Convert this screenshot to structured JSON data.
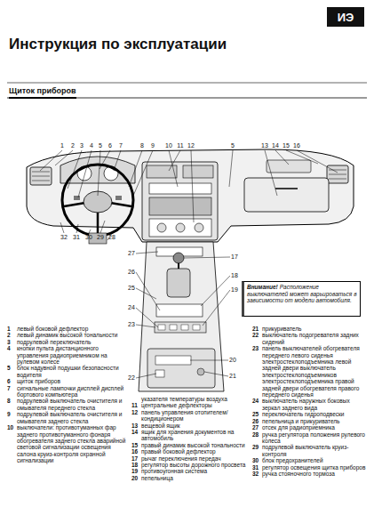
{
  "diagram": {
    "title": "Инструкция по эксплуатации",
    "nodes": [
      {
        "text": [
          "ИЭ"
        ]
      },
      {
        "text": [
          "Внимание!",
          "Расположение выключателей может варьироваться в зависимости от модели автомобиля."
        ]
      }
    ],
    "labels": [
      "Щиток приборов",
      "1",
      "2",
      "3",
      "4",
      "5",
      "6",
      "7",
      "8",
      "9",
      "10",
      "11",
      "12",
      "5",
      "13",
      "14",
      "15",
      "16",
      "32",
      "31",
      "30",
      "29",
      "28",
      "27",
      "26",
      "25",
      "24",
      "23",
      "17",
      "18",
      "19",
      "22",
      "20",
      "21",
      "1",
      "левый боковой дефлектор",
      "2",
      "левый динамик высокой тональности",
      "3",
      "подрулевой переключатель",
      "4",
      "кнопки пульта дистанционного управления радиоприемником на рулевом колесе",
      "5",
      "блок надувной подушки безопасности водителя",
      "6",
      "щиток приборов",
      "7",
      "сигнальные лампочки дисплей дисплей бортового компьютера",
      "8",
      "подрулевой выключатель очистителя и омывателя переднего стекла",
      "9",
      "подрулевой выключатель очистителя и омывателя заднего стекла",
      "10",
      "выключатели: противотуманных фар заднего противотуманного фонаря обогревателя заднего стекла аварийной световой сигнализации освещения салона круиз-контроля охранной сигнализации",
      "указателя температуры воздуха",
      "11",
      "центральные дефлекторы",
      "12",
      "панель управления отопителем/кондиционером",
      "13",
      "вещевой ящик",
      "14",
      "ящик для хранения документов на автомобиль",
      "15",
      "правый динамик высокой тональности",
      "16",
      "правый боковой дефлектор",
      "17",
      "рычаг переключения передач",
      "18",
      "регулятор высоты дорожного просвета",
      "19",
      "противоугонная система",
      "20",
      "пепельница",
      "21",
      "прикуриватель",
      "22",
      "выключатель подогревателя задних сидений",
      "23",
      "панель выключателей обогревателя переднего левого сиденья электростеклоподъемника левой задней двери выключатель электростеклоподъемников электростеклоподъемника правой задней двери обогревателя правого переднего сиденья",
      "24",
      "выключатель наружных боковых зеркал заднего вида",
      "25",
      "переключатель гидроподвески",
      "26",
      "пепельница и прикуриватель",
      "27",
      "отсек для радиоприемника",
      "28",
      "ручка регулятора положения рулевого колеса",
      "29",
      "подрулевой выключатель круиз-контроля",
      "30",
      "блок предохранителей",
      "31",
      "регулятор освещения щитка приборов",
      "32",
      "ручка стояночного тормоза"
    ]
  }
}
